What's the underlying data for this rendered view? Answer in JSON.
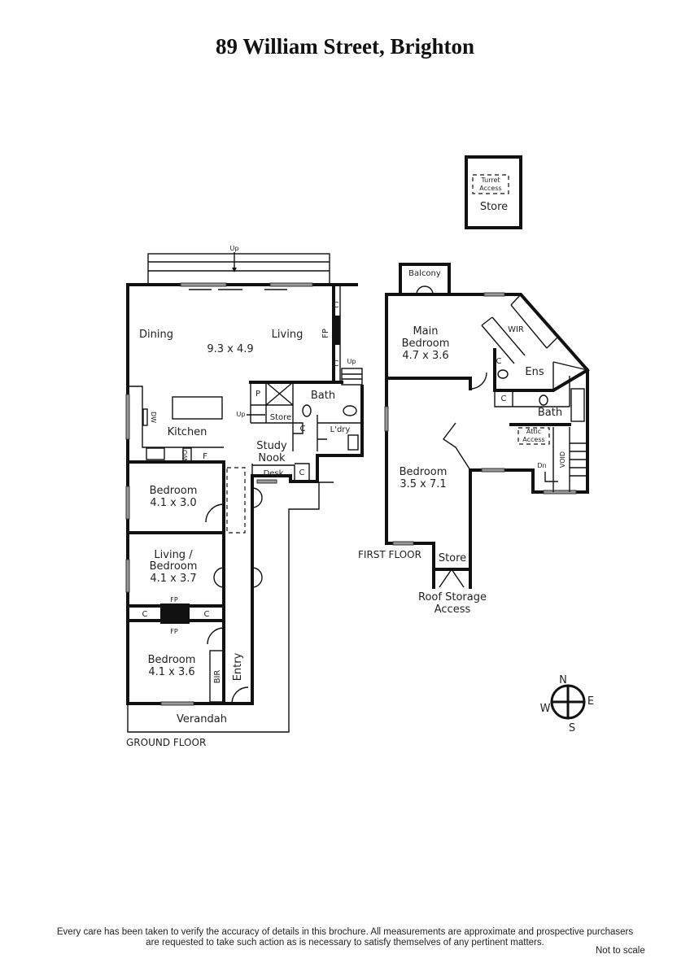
{
  "title": "89 William Street, Brighton",
  "turret": {
    "access": [
      "Turret",
      "Access"
    ],
    "store": "Store"
  },
  "ground_floor": {
    "label": "GROUND FLOOR",
    "up_deck": "Up",
    "up_side": "Up",
    "up_stair": "Up",
    "dining": "Dining",
    "living": "Living",
    "main_dims": "9.3 x 4.9",
    "fp": "FP",
    "c": "C",
    "kitchen": "Kitchen",
    "dw": "DW",
    "wo": "WO",
    "f": "F",
    "p": "P",
    "store": "Store",
    "bath": "Bath",
    "laundry": "L'dry",
    "study_nook": [
      "Study",
      "Nook"
    ],
    "desk": "Desk",
    "bedroom1": {
      "name": "Bedroom",
      "dims": "4.1 x 3.0"
    },
    "living_bedroom": {
      "name": [
        "Living /",
        "Bedroom"
      ],
      "dims": "4.1 x 3.7"
    },
    "bedroom3": {
      "name": "Bedroom",
      "dims": "4.1 x 3.6"
    },
    "bir": "BIR",
    "entry": "Entry",
    "verandah": "Verandah"
  },
  "first_floor": {
    "label": "FIRST FLOOR",
    "balcony": "Balcony",
    "main_bedroom": {
      "name": [
        "Main",
        "Bedroom"
      ],
      "dims": "4.7 x 3.6"
    },
    "wir": "WIR",
    "ens": "Ens",
    "c": "C",
    "bath": "Bath",
    "attic": [
      "Attic",
      "Access"
    ],
    "void": "VOID",
    "dn": "Dn",
    "bedroom": {
      "name": "Bedroom",
      "dims": "3.5 x 7.1"
    },
    "store": "Store",
    "roof_access": [
      "Roof Storage",
      "Access"
    ]
  },
  "compass": {
    "n": "N",
    "e": "E",
    "s": "S",
    "w": "W"
  },
  "disclaimer": [
    "Every care has been taken to verify the accuracy of details in this brochure.  All measurements are approximate and prospective purchasers",
    "are requested to take such action as is necessary to satisfy themselves of any pertinent matters."
  ],
  "not_to_scale": "Not to scale"
}
